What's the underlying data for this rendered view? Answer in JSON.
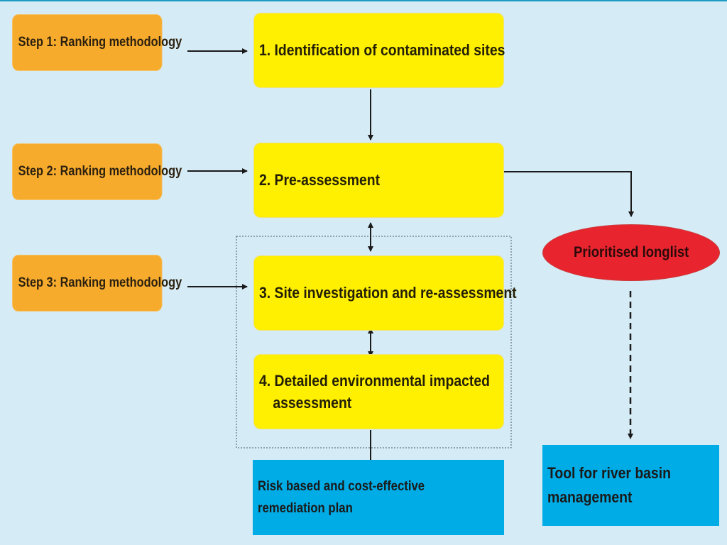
{
  "steps": [
    {
      "label": "Step 1: Ranking methodology"
    },
    {
      "label": "Step 2: Ranking methodology"
    },
    {
      "label": "Step 3: Ranking methodology"
    }
  ],
  "stages": [
    {
      "label": "1. Identification of contaminated sites"
    },
    {
      "label": "2. Pre-assessment"
    },
    {
      "label": "3. Site investigation and re-assessment"
    },
    {
      "line1": "4. Detailed environmental impacted",
      "line2": "assessment"
    }
  ],
  "outputs": {
    "remediation": {
      "line1": "Risk based and cost-effective",
      "line2": "remediation plan"
    },
    "prioritised": "Prioritised longlist",
    "tool": {
      "line1": "Tool for river basin",
      "line2": "management"
    }
  },
  "colors": {
    "background": "#d5ebf5",
    "step_box": "#f7ab2c",
    "stage_box": "#ffef00",
    "output_box": "#00ace6",
    "oval": "#e8252f"
  }
}
